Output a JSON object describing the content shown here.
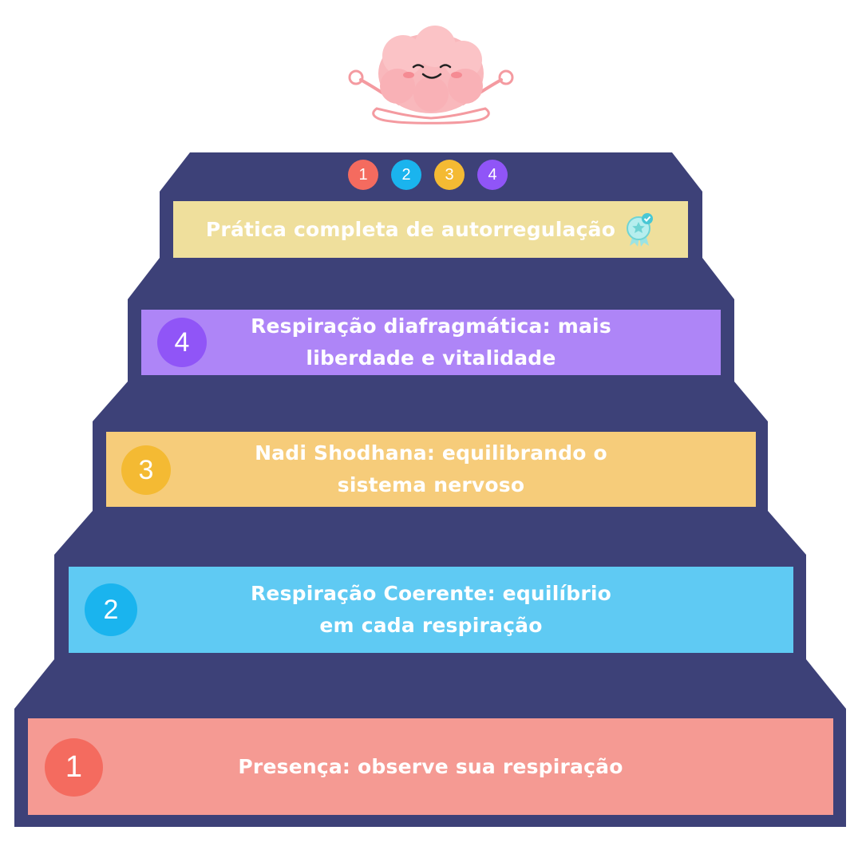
{
  "colors": {
    "stair": "#3d4178",
    "step1": "#f59a93",
    "step2": "#5fcaf3",
    "step3": "#f6cc7a",
    "step4": "#ae85f7",
    "top": "#efdf9c",
    "badge1": "#f46b5f",
    "badge2": "#1ab4ee",
    "badge3": "#f4ba33",
    "badge4": "#9055f7"
  },
  "mini_badges": [
    "1",
    "2",
    "3",
    "4"
  ],
  "top": {
    "text": "Prática completa de autorregulação",
    "icon": "award-ribbon-icon"
  },
  "steps": [
    {
      "number": "1",
      "text": "Presença: observe sua respiração"
    },
    {
      "number": "2",
      "text": "Respiração Coerente: equilíbrio\nem cada respiração"
    },
    {
      "number": "3",
      "text": "Nadi Shodhana: equilibrando o\nsistema nervoso"
    },
    {
      "number": "4",
      "text": "Respiração diafragmática: mais\nliberdade e vitalidade"
    }
  ],
  "mascot": "meditating-brain-icon"
}
